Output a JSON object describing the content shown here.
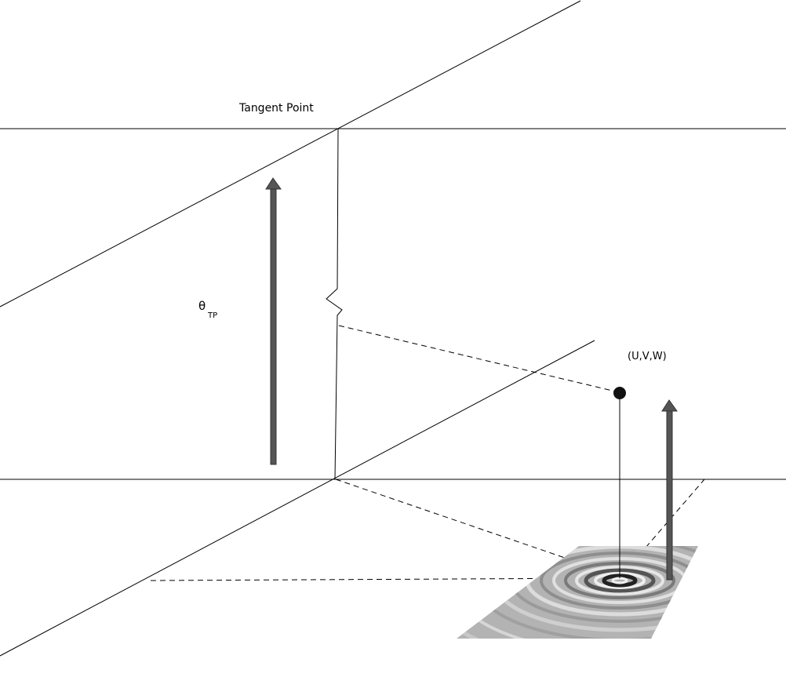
{
  "labels": {
    "tangent_point": "Tangent Point",
    "theta_symbol": "θ",
    "theta_subscript": "TP",
    "uvw": "(U,V,W)"
  },
  "colors": {
    "line": "#000000",
    "arrow": "#555555",
    "plane": "#b3b3b3",
    "point": "#111111"
  }
}
